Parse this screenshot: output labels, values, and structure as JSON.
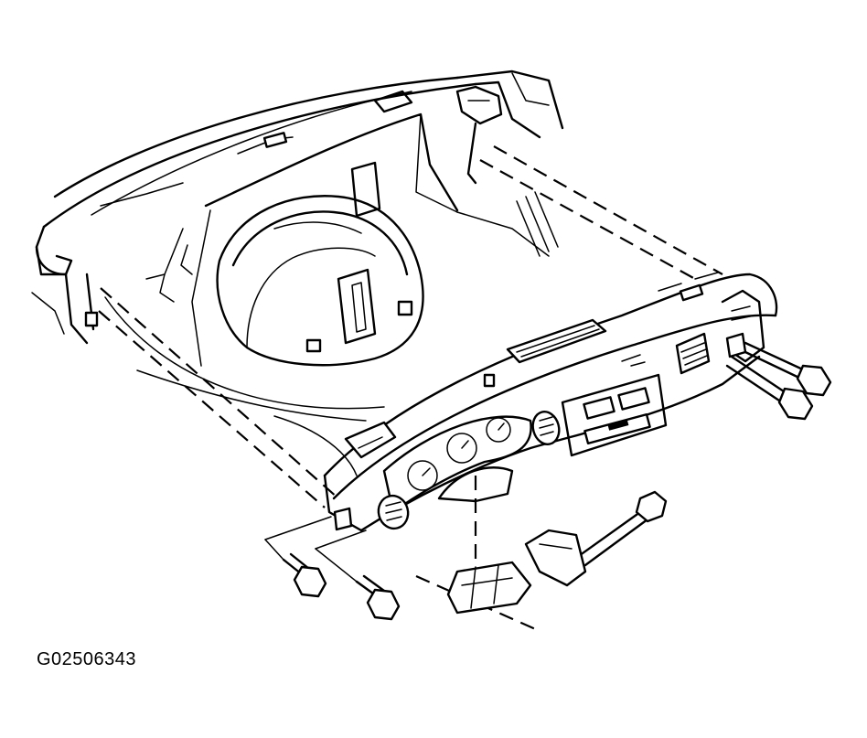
{
  "figure": {
    "id": "G02506343"
  },
  "colors": {
    "line": "#000000",
    "background": "#ffffff"
  },
  "parts": [
    "cowl-firewall",
    "instrument-panel",
    "mounting-bolt",
    "center-support-bracket"
  ]
}
